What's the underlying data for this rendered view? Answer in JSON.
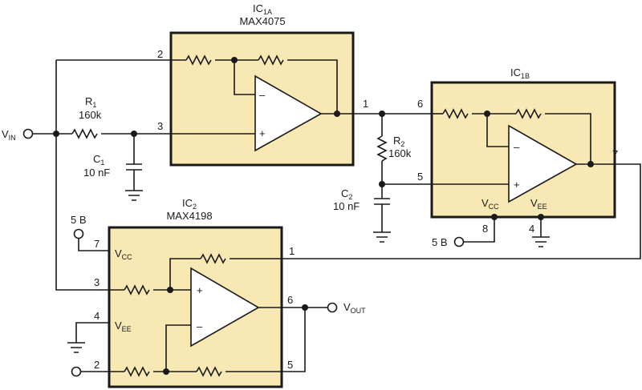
{
  "ic1a": {
    "label": "IC",
    "sub": "1A",
    "part": "MAX4075"
  },
  "ic1b": {
    "label": "IC",
    "sub": "1B"
  },
  "ic2": {
    "label": "IC",
    "sub": "2",
    "part": "MAX4198"
  },
  "r1": {
    "label": "R",
    "sub": "1",
    "value": "160k"
  },
  "c1": {
    "label": "C",
    "sub": "1",
    "value": "10 nF"
  },
  "r2": {
    "label": "R",
    "sub": "2",
    "value": "160k"
  },
  "c2": {
    "label": "C",
    "sub": "2",
    "value": "10 nF"
  },
  "vin": {
    "label": "V",
    "sub": "IN"
  },
  "vout": {
    "label": "V",
    "sub": "OUT"
  },
  "supply_5b": "5 B",
  "vcc": {
    "label": "V",
    "sub": "CC"
  },
  "vee": {
    "label": "V",
    "sub": "EE"
  },
  "pins": {
    "ic1a_p2": "2",
    "ic1a_p3": "3",
    "ic1a_p1": "1",
    "ic1b_p6": "6",
    "ic1b_p5": "5",
    "ic1b_p7": "7",
    "ic1b_p8": "8",
    "ic1b_p4": "4",
    "ic2_p7": "7",
    "ic2_p3": "3",
    "ic2_p4": "4",
    "ic2_p2": "2",
    "ic2_p1": "1",
    "ic2_p6": "6",
    "ic2_p5": "5"
  },
  "signs": {
    "minus": "–",
    "plus": "+"
  }
}
